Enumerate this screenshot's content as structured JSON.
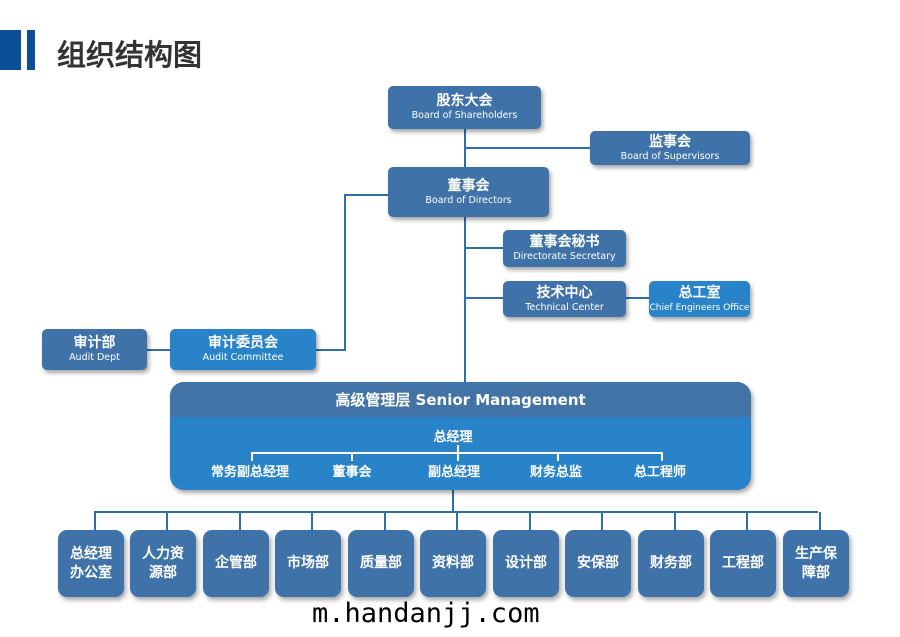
{
  "title": "组织结构图",
  "nodes": {
    "shareholders": {
      "cn": "股东大会",
      "en": "Board of Shareholders"
    },
    "supervisors": {
      "cn": "监事会",
      "en": "Board of Supervisors"
    },
    "directors": {
      "cn": "董事会",
      "en": "Board of Directors"
    },
    "secretary": {
      "cn": "董事会秘书",
      "en": "Directorate Secretary"
    },
    "technical": {
      "cn": "技术中心",
      "en": "Technical Center"
    },
    "chief_eng": {
      "cn": "总工室",
      "en": "Chief Engineers Office"
    },
    "audit_dept": {
      "cn": "审计部",
      "en": "Audit Dept"
    },
    "audit_committee": {
      "cn": "审计委员会",
      "en": "Audit Committee"
    }
  },
  "senior": {
    "header": "高级管理层 Senior Management",
    "gm": "总经理",
    "members": [
      "常务副总经理",
      "董事会",
      "副总经理",
      "财务总监",
      "总工程师"
    ]
  },
  "departments": [
    "总经理办公室",
    "人力资源部",
    "企管部",
    "市场部",
    "质量部",
    "资料部",
    "设计部",
    "安保部",
    "财务部",
    "工程部",
    "生产保障部"
  ],
  "watermark": "m.handanjj.com"
}
